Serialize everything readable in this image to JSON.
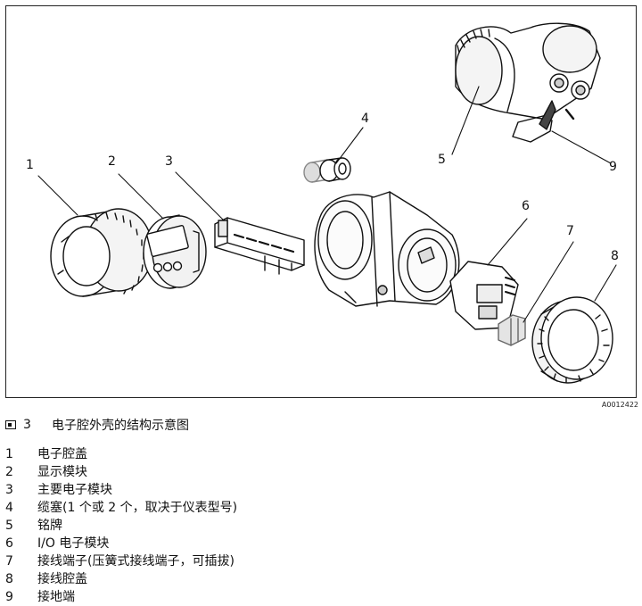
{
  "image_code": "A0012422",
  "caption": {
    "number": "3",
    "title": "电子腔外壳的结构示意图"
  },
  "callouts": [
    "1",
    "2",
    "3",
    "4",
    "5",
    "6",
    "7",
    "8",
    "9"
  ],
  "legend": [
    {
      "num": "1",
      "text": "电子腔盖"
    },
    {
      "num": "2",
      "text": "显示模块"
    },
    {
      "num": "3",
      "text": "主要电子模块"
    },
    {
      "num": "4",
      "text": "缆塞(1 个或 2 个，取决于仪表型号)"
    },
    {
      "num": "5",
      "text": "铭牌"
    },
    {
      "num": "6",
      "text": "I/O 电子模块"
    },
    {
      "num": "7",
      "text": "接线端子(压簧式接线端子，可插拔)"
    },
    {
      "num": "8",
      "text": "接线腔盖"
    },
    {
      "num": "9",
      "text": "接地端"
    }
  ]
}
